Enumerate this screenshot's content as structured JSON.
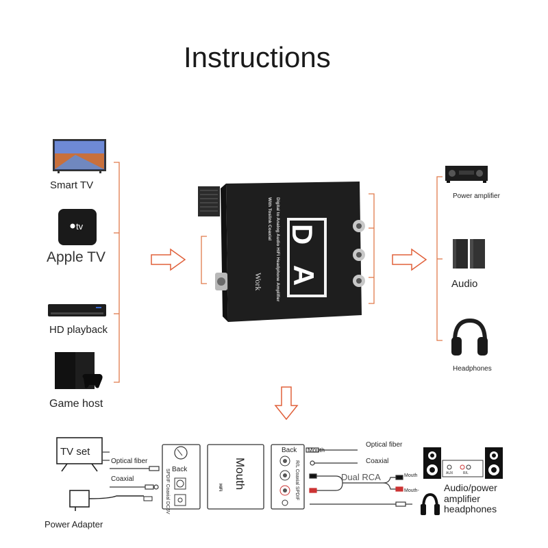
{
  "title": "Instructions",
  "sources": [
    {
      "label": "Smart TV",
      "icon": "smart-tv-icon"
    },
    {
      "label": "Apple TV",
      "icon": "apple-tv-icon",
      "badge": "tv"
    },
    {
      "label": "HD playback",
      "icon": "hd-player-icon"
    },
    {
      "label": "Game host",
      "icon": "game-console-icon"
    }
  ],
  "device": {
    "text_line1": "Digital to Analog Audio HiFi Headphone Amplifier",
    "text_line2": "With Toslink Coaxial",
    "logo_left": "D",
    "logo_right": "A",
    "status": "Work"
  },
  "outputs": [
    {
      "label": "Power amplifier",
      "icon": "power-amplifier-icon"
    },
    {
      "label": "Audio",
      "icon": "speakers-icon"
    },
    {
      "label": "Headphones",
      "icon": "headphones-icon"
    }
  ],
  "wiring": {
    "tv_label": "TV set",
    "optical_label": "Optical fiber",
    "coaxial_label": "Coaxial",
    "adapter_label": "Power Adapter",
    "back_label_left": "Back",
    "left_panel_vertical": "SPDIF Coaxial DC5V",
    "front_label": "Mouth",
    "front_small": "HiFi",
    "back_label_right": "Back",
    "right_panel_vertical": "R/L Coaxial SPDIF",
    "mouth_label": "Mouth",
    "optical_label_right": "Optical fiber",
    "coaxial_label_right": "Coaxial",
    "dual_rca_label": "Dual RCA",
    "mouth_plus": "Mouth",
    "mouth_minus": "Mouth-",
    "aux_label": "AUX",
    "rl_label": "R/L",
    "dest_line1": "Audio/power",
    "dest_line2": "amplifier",
    "dest_line3": "headphones"
  },
  "colors": {
    "bracket": "#e07a4a",
    "arrow": "#e0603a",
    "device": "#222222"
  }
}
